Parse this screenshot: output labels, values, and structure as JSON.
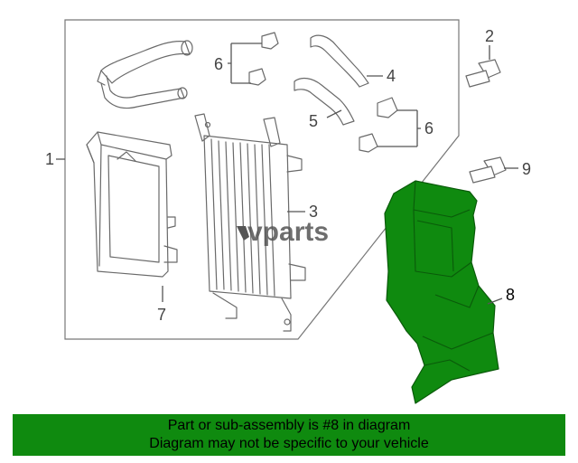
{
  "watermark": {
    "text": "vparts"
  },
  "callouts": [
    {
      "id": "1",
      "label": "1"
    },
    {
      "id": "2",
      "label": "2"
    },
    {
      "id": "3",
      "label": "3"
    },
    {
      "id": "4",
      "label": "4"
    },
    {
      "id": "5",
      "label": "5"
    },
    {
      "id": "6a",
      "label": "6"
    },
    {
      "id": "6b",
      "label": "6"
    },
    {
      "id": "7",
      "label": "7"
    },
    {
      "id": "8",
      "label": "8"
    },
    {
      "id": "9",
      "label": "9"
    }
  ],
  "highlight": {
    "part": "8",
    "color": "#0f8a0f"
  },
  "banner": {
    "line1": "Part or sub-assembly is #8 in diagram",
    "line2": "Diagram may not be specific to your vehicle",
    "color": "#0f8a0f"
  }
}
